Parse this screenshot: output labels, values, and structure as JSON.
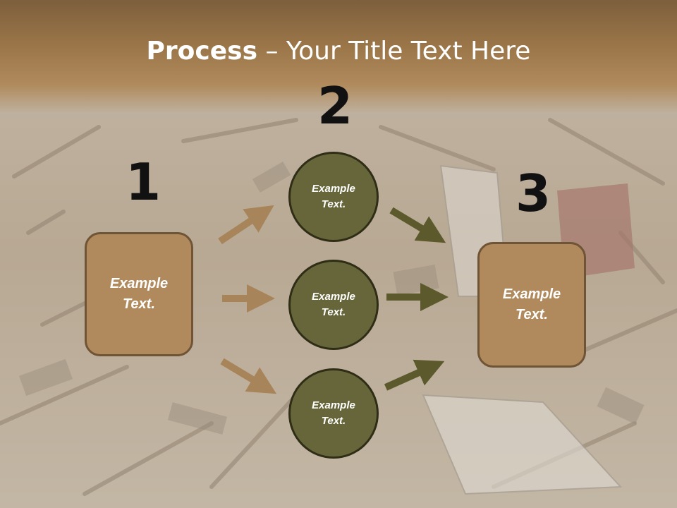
{
  "title": {
    "bold": "Process",
    "rest": " – Your Title Text Here"
  },
  "steps": [
    {
      "number": "1",
      "line1": "Example",
      "line2": "Text."
    },
    {
      "number": "2",
      "line1": "Example",
      "line2": "Text."
    },
    {
      "number": "3",
      "line1": "Example",
      "line2": "Text."
    }
  ],
  "circles": [
    {
      "line1": "Example",
      "line2": "Text."
    },
    {
      "line1": "Example",
      "line2": "Text."
    },
    {
      "line1": "Example",
      "line2": "Text."
    }
  ],
  "colors": {
    "box_fill": "#b08a5c",
    "circle_fill": "#66663a",
    "arrow_left": "#a8845a",
    "arrow_right": "#5c5a2c"
  }
}
